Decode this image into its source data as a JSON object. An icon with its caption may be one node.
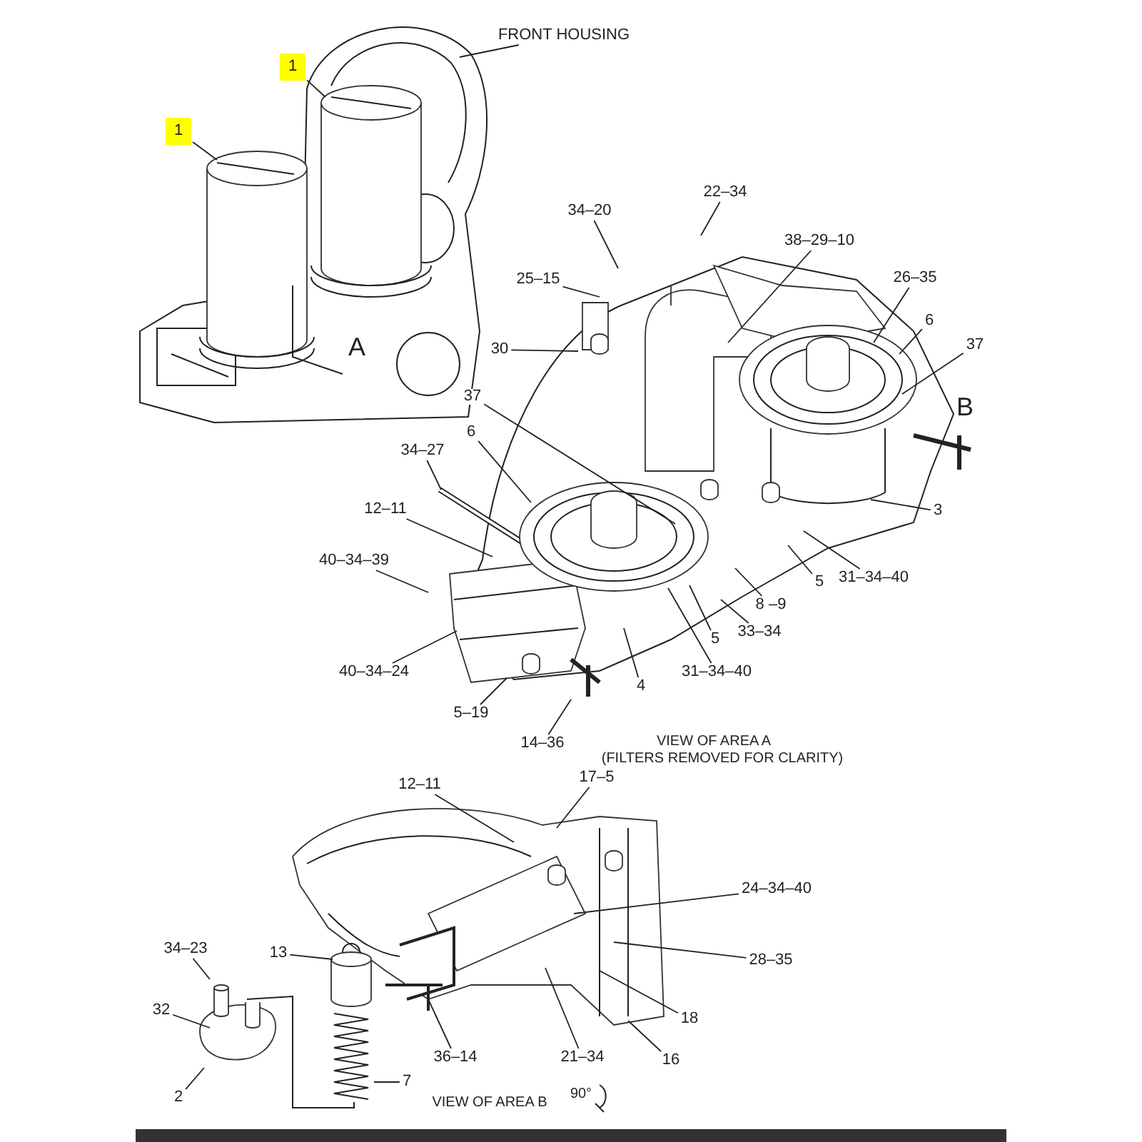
{
  "diagram": {
    "nodes": [
      {
        "text": [
          "1"
        ]
      },
      {
        "text": [
          "1"
        ]
      },
      {
        "text": [
          "FRONT HOUSING"
        ]
      },
      {
        "text": [
          "34–20"
        ]
      },
      {
        "text": [
          "22–34"
        ]
      },
      {
        "text": [
          "38–29–10"
        ]
      },
      {
        "text": [
          "25–15"
        ]
      },
      {
        "text": [
          "26–35"
        ]
      },
      {
        "text": [
          "6"
        ]
      },
      {
        "text": [
          "37"
        ]
      },
      {
        "text": [
          "30"
        ]
      },
      {
        "text": [
          "37"
        ]
      },
      {
        "text": [
          "6"
        ]
      },
      {
        "text": [
          "34–27"
        ]
      },
      {
        "text": [
          "12–11"
        ]
      },
      {
        "text": [
          "3"
        ]
      },
      {
        "text": [
          "40–34–39"
        ]
      },
      {
        "text": [
          "31–34–40"
        ]
      },
      {
        "text": [
          "5"
        ]
      },
      {
        "text": [
          "8 –9"
        ]
      },
      {
        "text": [
          "33–34"
        ]
      },
      {
        "text": [
          "5"
        ]
      },
      {
        "text": [
          "40–34–24"
        ]
      },
      {
        "text": [
          "4"
        ]
      },
      {
        "text": [
          "31–34–40"
        ]
      },
      {
        "text": [
          "5–19"
        ]
      },
      {
        "text": [
          "14–36"
        ]
      },
      {
        "text": [
          "12–11"
        ]
      },
      {
        "text": [
          "17–5"
        ]
      },
      {
        "text": [
          "24–34–40"
        ]
      },
      {
        "text": [
          "34–23"
        ]
      },
      {
        "text": [
          "13"
        ]
      },
      {
        "text": [
          "28–35"
        ]
      },
      {
        "text": [
          "32"
        ]
      },
      {
        "text": [
          "18"
        ]
      },
      {
        "text": [
          "7"
        ]
      },
      {
        "text": [
          "2"
        ]
      },
      {
        "text": [
          "36–14"
        ]
      },
      {
        "text": [
          "21–34"
        ]
      },
      {
        "text": [
          "16"
        ]
      }
    ],
    "edges": [
      {
        "from": 0,
        "to": null,
        "arrow": "none"
      },
      {
        "from": 1,
        "to": null,
        "arrow": "none"
      },
      {
        "from": 2,
        "to": null,
        "arrow": "none"
      },
      {
        "from": 3,
        "to": null,
        "arrow": "none"
      },
      {
        "from": 4,
        "to": null,
        "arrow": "none"
      },
      {
        "from": 5,
        "to": null,
        "arrow": "none"
      },
      {
        "from": 6,
        "to": null,
        "arrow": "none"
      },
      {
        "from": 7,
        "to": null,
        "arrow": "none"
      },
      {
        "from": 8,
        "to": null,
        "arrow": "none"
      },
      {
        "from": 9,
        "to": null,
        "arrow": "none"
      },
      {
        "from": 10,
        "to": null,
        "arrow": "none"
      },
      {
        "from": 11,
        "to": null,
        "arrow": "none"
      },
      {
        "from": 12,
        "to": null,
        "arrow": "none"
      },
      {
        "from": 13,
        "to": null,
        "arrow": "none"
      },
      {
        "from": 14,
        "to": null,
        "arrow": "none"
      },
      {
        "from": 15,
        "to": null,
        "arrow": "none"
      },
      {
        "from": 16,
        "to": null,
        "arrow": "none"
      },
      {
        "from": 17,
        "to": null,
        "arrow": "none"
      },
      {
        "from": 18,
        "to": null,
        "arrow": "none"
      },
      {
        "from": 19,
        "to": null,
        "arrow": "none"
      },
      {
        "from": 20,
        "to": null,
        "arrow": "none"
      },
      {
        "from": 21,
        "to": null,
        "arrow": "none"
      },
      {
        "from": 22,
        "to": null,
        "arrow": "none"
      },
      {
        "from": 23,
        "to": null,
        "arrow": "none"
      },
      {
        "from": 24,
        "to": null,
        "arrow": "none"
      },
      {
        "from": 25,
        "to": null,
        "arrow": "none"
      },
      {
        "from": 26,
        "to": null,
        "arrow": "none"
      },
      {
        "from": 27,
        "to": null,
        "arrow": "none"
      },
      {
        "from": 28,
        "to": null,
        "arrow": "none"
      },
      {
        "from": 29,
        "to": null,
        "arrow": "none"
      },
      {
        "from": 30,
        "to": null,
        "arrow": "none"
      },
      {
        "from": 31,
        "to": null,
        "arrow": "none"
      },
      {
        "from": 32,
        "to": null,
        "arrow": "none"
      },
      {
        "from": 33,
        "to": null,
        "arrow": "none"
      },
      {
        "from": 34,
        "to": null,
        "arrow": "none"
      },
      {
        "from": 35,
        "to": null,
        "arrow": "none"
      },
      {
        "from": 36,
        "to": null,
        "arrow": "none"
      },
      {
        "from": 37,
        "to": null,
        "arrow": "none"
      },
      {
        "from": 38,
        "to": null,
        "arrow": "none"
      },
      {
        "from": 39,
        "to": null,
        "arrow": "none"
      }
    ],
    "labels": [
      "A",
      "B",
      "VIEW OF AREA A",
      "(FILTERS REMOVED FOR CLARITY)",
      "VIEW OF AREA B",
      "90°"
    ]
  }
}
